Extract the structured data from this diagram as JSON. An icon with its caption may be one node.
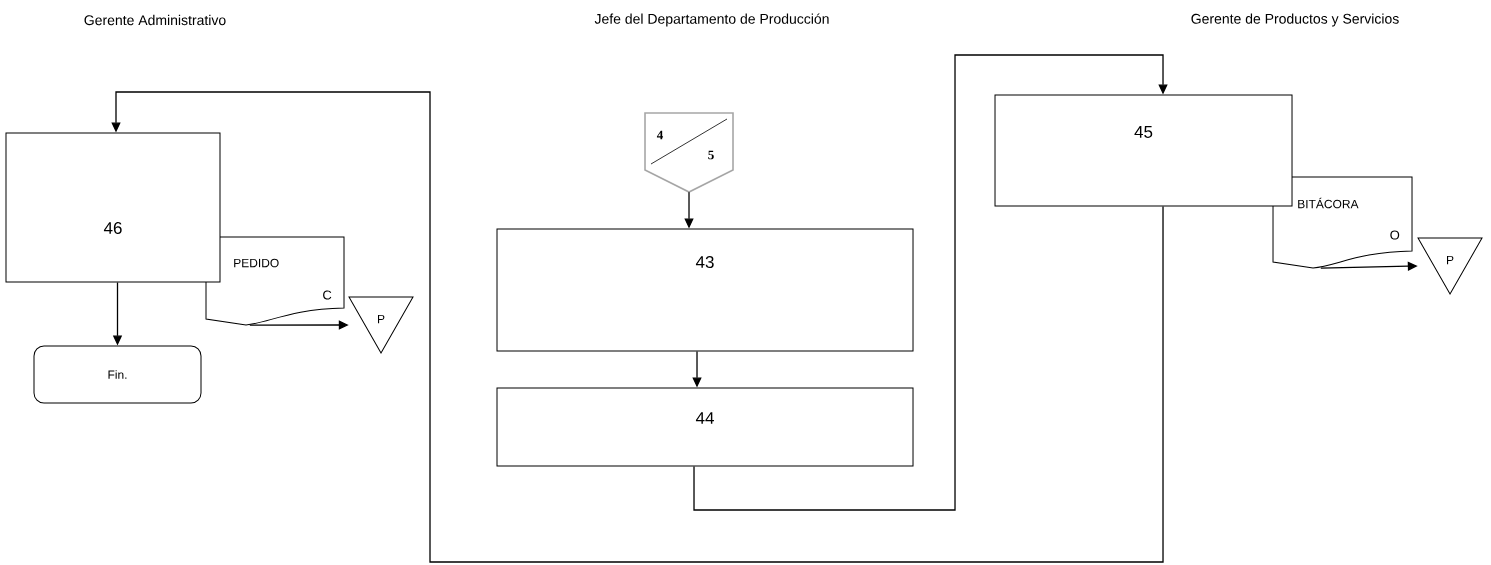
{
  "diagram": {
    "nodes": [
      {
        "text": [
          "46"
        ]
      },
      {
        "text": [
          "PEDIDO",
          "C"
        ]
      },
      {
        "text": [
          "P"
        ]
      },
      {
        "text": [
          "Fin."
        ]
      },
      {
        "text": [
          "4",
          "5"
        ]
      },
      {
        "text": [
          "43"
        ]
      },
      {
        "text": [
          "44"
        ]
      },
      {
        "text": [
          "45"
        ]
      },
      {
        "text": [
          "BITÁCORA",
          "O"
        ]
      },
      {
        "text": [
          "P"
        ]
      }
    ],
    "edges": [
      {
        "from": 4,
        "to": 5,
        "arrow": "to"
      },
      {
        "from": 5,
        "to": 6,
        "arrow": "to"
      },
      {
        "from": 6,
        "to": 7,
        "arrow": "to"
      },
      {
        "from": 7,
        "to": 0,
        "arrow": "to"
      },
      {
        "from": 0,
        "to": 3,
        "arrow": "to"
      },
      {
        "from": 1,
        "to": 2,
        "arrow": "to"
      },
      {
        "from": 8,
        "to": 9,
        "arrow": "to"
      }
    ],
    "labels": [
      "Gerente Administrativo",
      "Jefe del Departamento de Producción",
      "Gerente de Productos y Servicios"
    ]
  }
}
